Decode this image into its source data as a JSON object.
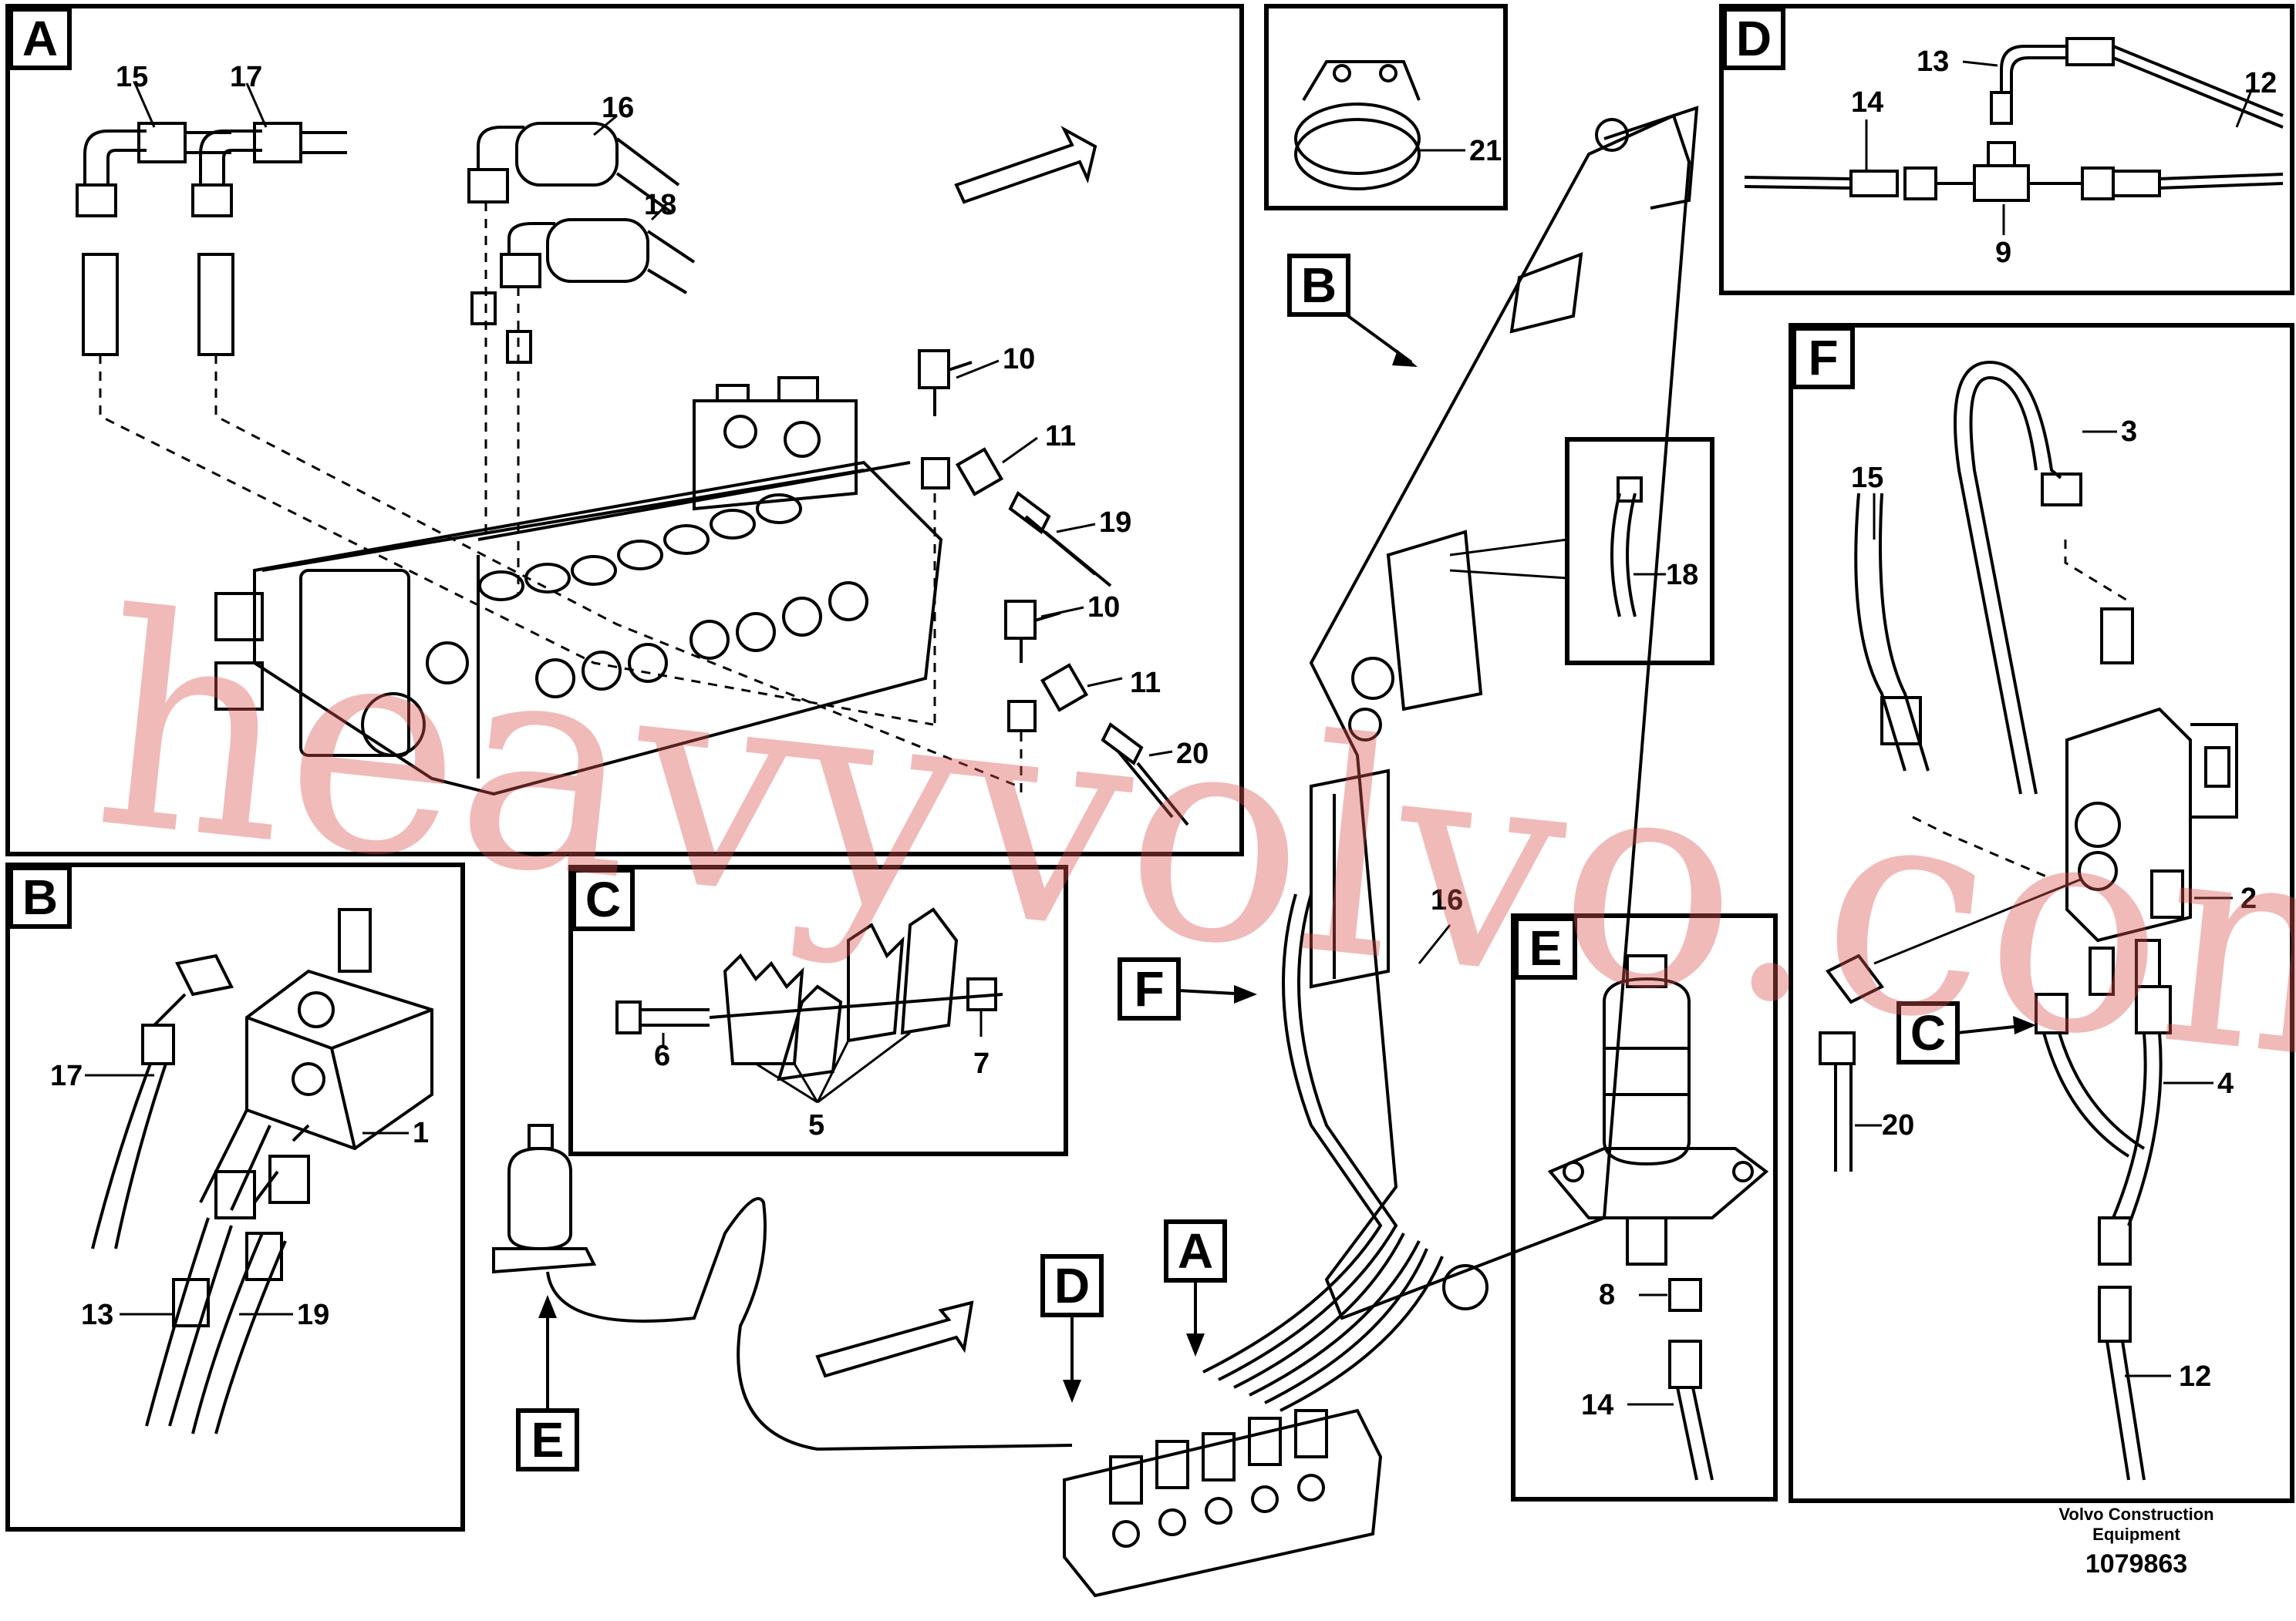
{
  "watermark": "heavyvolvo.com",
  "panels": {
    "A": {
      "letter": "A",
      "labels": {
        "15": "15",
        "17": "17",
        "16": "16",
        "18": "18",
        "10a": "10",
        "11a": "11",
        "19": "19",
        "10b": "10",
        "11b": "11",
        "20": "20"
      }
    },
    "B": {
      "letter": "B",
      "labels": {
        "17": "17",
        "1": "1",
        "13": "13",
        "19": "19"
      }
    },
    "C": {
      "letter": "C",
      "labels": {
        "6": "6",
        "7": "7",
        "5": "5"
      }
    },
    "D": {
      "letter": "D",
      "labels": {
        "13": "13",
        "12": "12",
        "14": "14",
        "9": "9"
      }
    },
    "E": {
      "letter": "E",
      "labels": {
        "8": "8",
        "14": "14"
      }
    },
    "F": {
      "letter": "F",
      "labels": {
        "3": "3",
        "15": "15",
        "2": "2",
        "4": "4",
        "20": "20",
        "12": "12"
      }
    },
    "clamp": {
      "labels": {
        "21": "21"
      }
    }
  },
  "main": {
    "callouts": {
      "B": "B",
      "F": "F",
      "A": "A",
      "D": "D",
      "E": "E",
      "C": "C"
    },
    "labels": {
      "18": "18",
      "16": "16"
    }
  },
  "footer": {
    "company_line1": "Volvo Construction",
    "company_line2": "Equipment",
    "drawing_number": "1079863"
  }
}
